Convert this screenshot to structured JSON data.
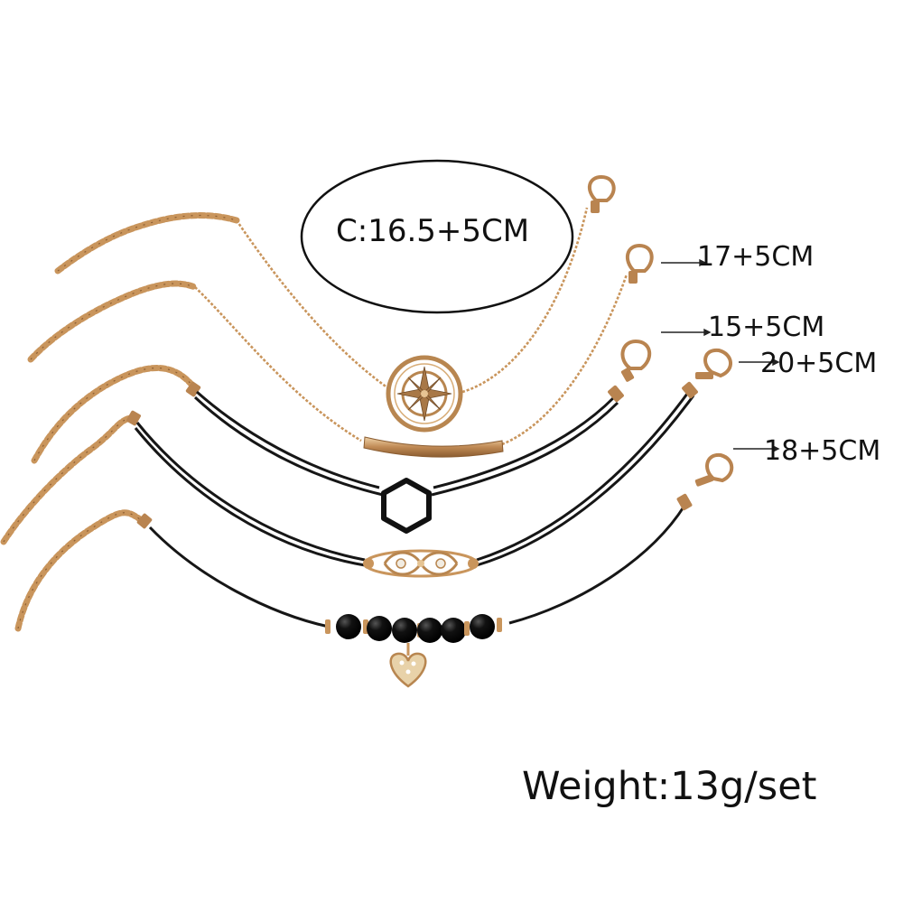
{
  "labels": {
    "circled_size": "C:16.5+5CM",
    "size_1": "17+5CM",
    "size_2": "15+5CM",
    "size_3": "20+5CM",
    "size_4": "18+5CM",
    "weight": "Weight:13g/set"
  },
  "colors": {
    "background": "#ffffff",
    "gold_chain": "#c9955c",
    "gold_dark": "#9a6a3a",
    "black_cord": "#161616",
    "bead_black": "#0d0d0d"
  },
  "items": [
    {
      "name": "compass-bracelet",
      "charm": "compass-icon",
      "material": "gold chain"
    },
    {
      "name": "bar-bracelet",
      "charm": "bar-icon",
      "material": "gold chain"
    },
    {
      "name": "hexagon-bracelet",
      "charm": "hexagon-icon",
      "material": "black cord"
    },
    {
      "name": "filigree-bracelet",
      "charm": "filigree-icon",
      "material": "black cord"
    },
    {
      "name": "bead-heart-bracelet",
      "charm": "heart-icon",
      "material": "black cord"
    }
  ]
}
